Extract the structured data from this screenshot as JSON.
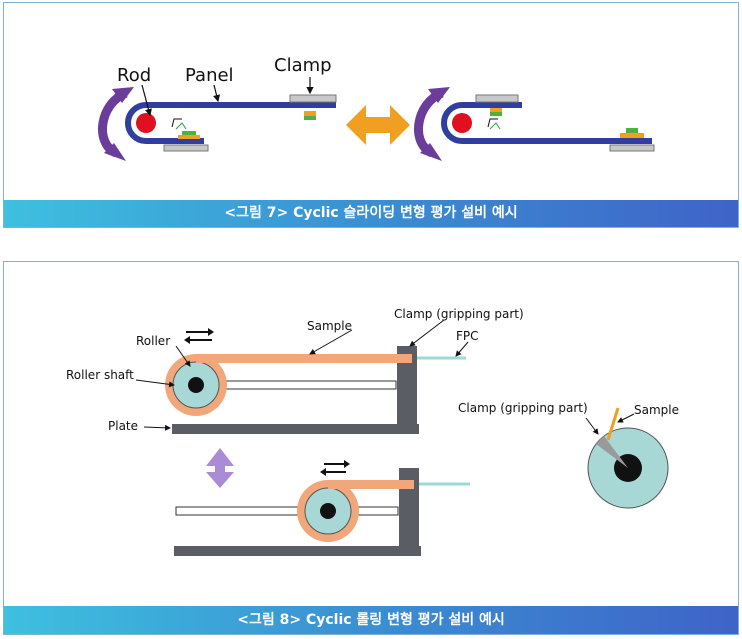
{
  "figure7": {
    "caption": "<그림 7> Cyclic 슬라이딩 변형 평가 설비 예시",
    "labels": {
      "rod": "Rod",
      "panel": "Panel",
      "clamp": "Clamp"
    }
  },
  "figure8": {
    "caption": "<그림 8> Cyclic 롤링 변형 평가 설비 예시",
    "labels": {
      "sample_top": "Sample",
      "clamp_top": "Clamp (gripping part)",
      "roller": "Roller",
      "fpc": "FPC",
      "roller_shaft": "Roller shaft",
      "plate": "Plate",
      "clamp_detail": "Clamp (gripping part)",
      "sample_detail": "Sample"
    }
  },
  "colors": {
    "panel_blue": "#2f3fa0",
    "rod_red": "#e01020",
    "rotate_arrow_purple": "#6a3d9a",
    "slide_arrow_orange": "#f0a020",
    "sample_orange": "#f2a77a",
    "roller_teal": "#a8d8d6",
    "plate_gray": "#5a5d63",
    "caption_gradient_start": "#3ec0df",
    "caption_gradient_end": "#3f63c8"
  }
}
